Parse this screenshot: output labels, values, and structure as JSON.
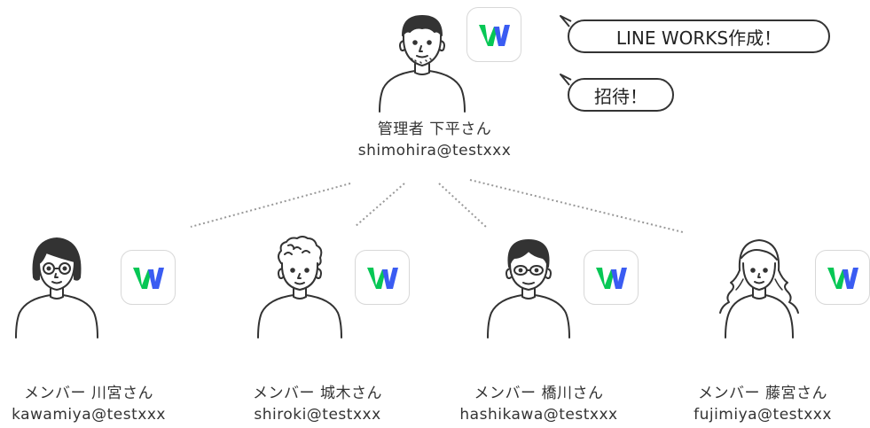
{
  "admin": {
    "role_name": "管理者 下平さん",
    "email": "shimohira@testxxx"
  },
  "bubbles": {
    "create": "LINE WORKS作成！",
    "invite": "招待！"
  },
  "members": [
    {
      "name": "メンバー 川宮さん",
      "email": "kawamiya@testxxx"
    },
    {
      "name": "メンバー 城木さん",
      "email": "shiroki@testxxx"
    },
    {
      "name": "メンバー 橋川さん",
      "email": "hashikawa@testxxx"
    },
    {
      "name": "メンバー 藤宮さん",
      "email": "fujimiya@testxxx"
    }
  ],
  "colors": {
    "logo_green": "#06c755",
    "logo_blue": "#3a5cf2",
    "line": "#333333",
    "dotted": "#999999"
  },
  "icons": {
    "app_logo": "line-works-logo-icon"
  }
}
